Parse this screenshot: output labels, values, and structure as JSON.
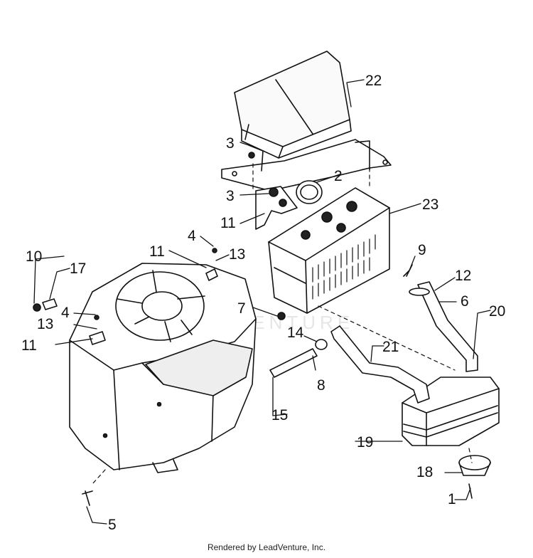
{
  "diagram": {
    "callouts": [
      "1",
      "2",
      "3",
      "3",
      "4",
      "4",
      "5",
      "6",
      "7",
      "8",
      "9",
      "10",
      "11",
      "11",
      "11",
      "12",
      "13",
      "13",
      "14",
      "15",
      "17",
      "18",
      "19",
      "20",
      "21",
      "22",
      "23"
    ],
    "watermark": "LEADVENTURE"
  },
  "footer": {
    "text": "Rendered by LeadVenture, Inc."
  }
}
